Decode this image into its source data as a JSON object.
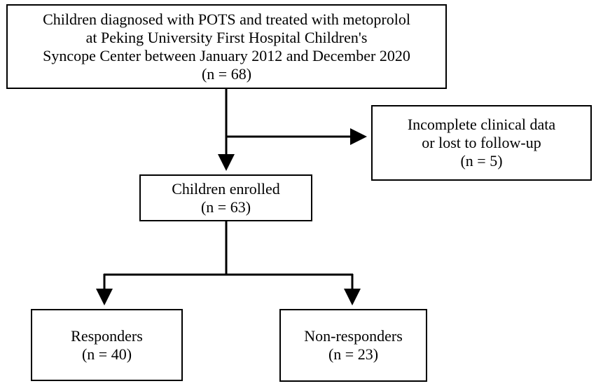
{
  "boxes": {
    "initial": {
      "lines": [
        "Children diagnosed with POTS and treated with metoprolol",
        "at Peking University First Hospital Children's",
        "Syncope Center between January 2012 and December 2020",
        "(n = 68)"
      ]
    },
    "excluded": {
      "lines": [
        "Incomplete clinical data",
        "or lost to follow-up",
        "(n = 5)"
      ]
    },
    "enrolled": {
      "lines": [
        "Children enrolled",
        "(n = 63)"
      ]
    },
    "responders": {
      "lines": [
        "Responders",
        "(n = 40)"
      ]
    },
    "non_responders": {
      "lines": [
        "Non-responders",
        "(n = 23)"
      ]
    }
  },
  "colors": {
    "stroke": "#000000",
    "background": "#ffffff"
  }
}
